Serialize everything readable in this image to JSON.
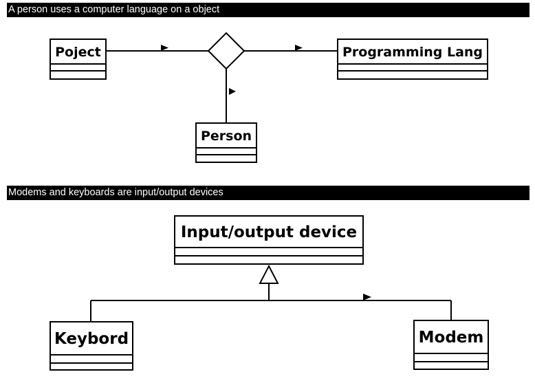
{
  "diagram1": {
    "caption": "A person uses a computer language on a object",
    "classes": {
      "project": "Poject",
      "programming_lang": "Programming Lang",
      "person": "Person"
    }
  },
  "diagram2": {
    "caption": "Modems and keyboards are input/output devices",
    "classes": {
      "io_device": "Input/output device",
      "keyboard": "Keybord",
      "modem": "Modem"
    }
  }
}
